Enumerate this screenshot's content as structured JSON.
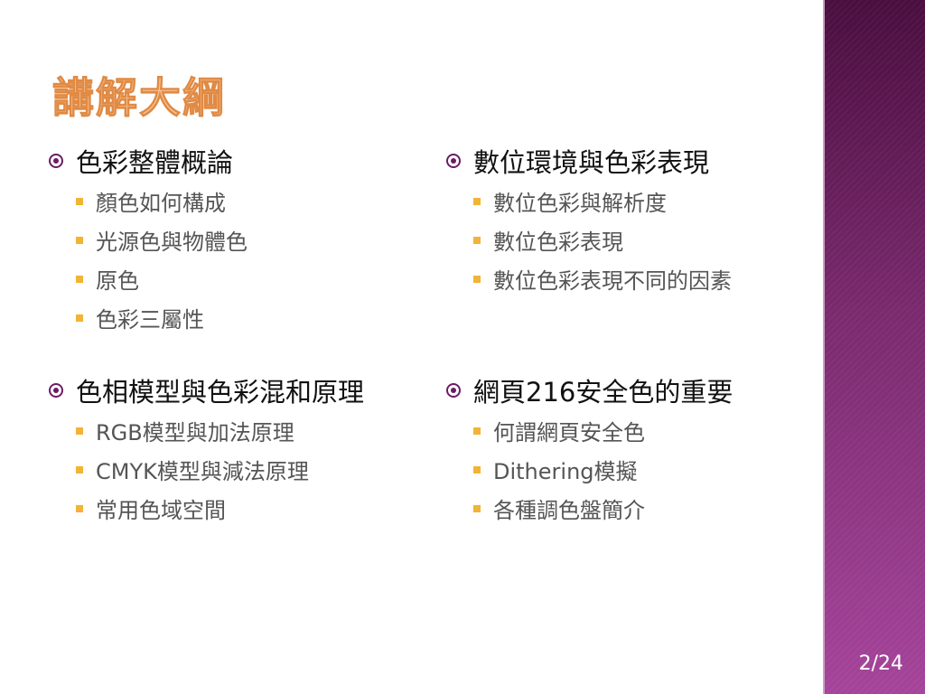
{
  "slide": {
    "title": "講解大綱",
    "page_number": "2/24",
    "colors": {
      "title": "#f8c79a",
      "sidebar": "#7a2a6e",
      "sub_bullet": "#f1b437",
      "main_bullet": "#6a1d66"
    },
    "left_column": [
      {
        "heading": "色彩整體概論",
        "items": [
          "顏色如何構成",
          "光源色與物體色",
          "原色",
          "色彩三屬性"
        ]
      },
      {
        "heading": "色相模型與色彩混和原理",
        "items": [
          "RGB模型與加法原理",
          "CMYK模型與減法原理",
          "常用色域空間"
        ]
      }
    ],
    "right_column": [
      {
        "heading": "數位環境與色彩表現",
        "items": [
          "數位色彩與解析度",
          "數位色彩表現",
          "數位色彩表現不同的因素"
        ]
      },
      {
        "heading": "網頁216安全色的重要",
        "items": [
          "何謂網頁安全色",
          "Dithering模擬",
          "各種調色盤簡介"
        ]
      }
    ]
  }
}
